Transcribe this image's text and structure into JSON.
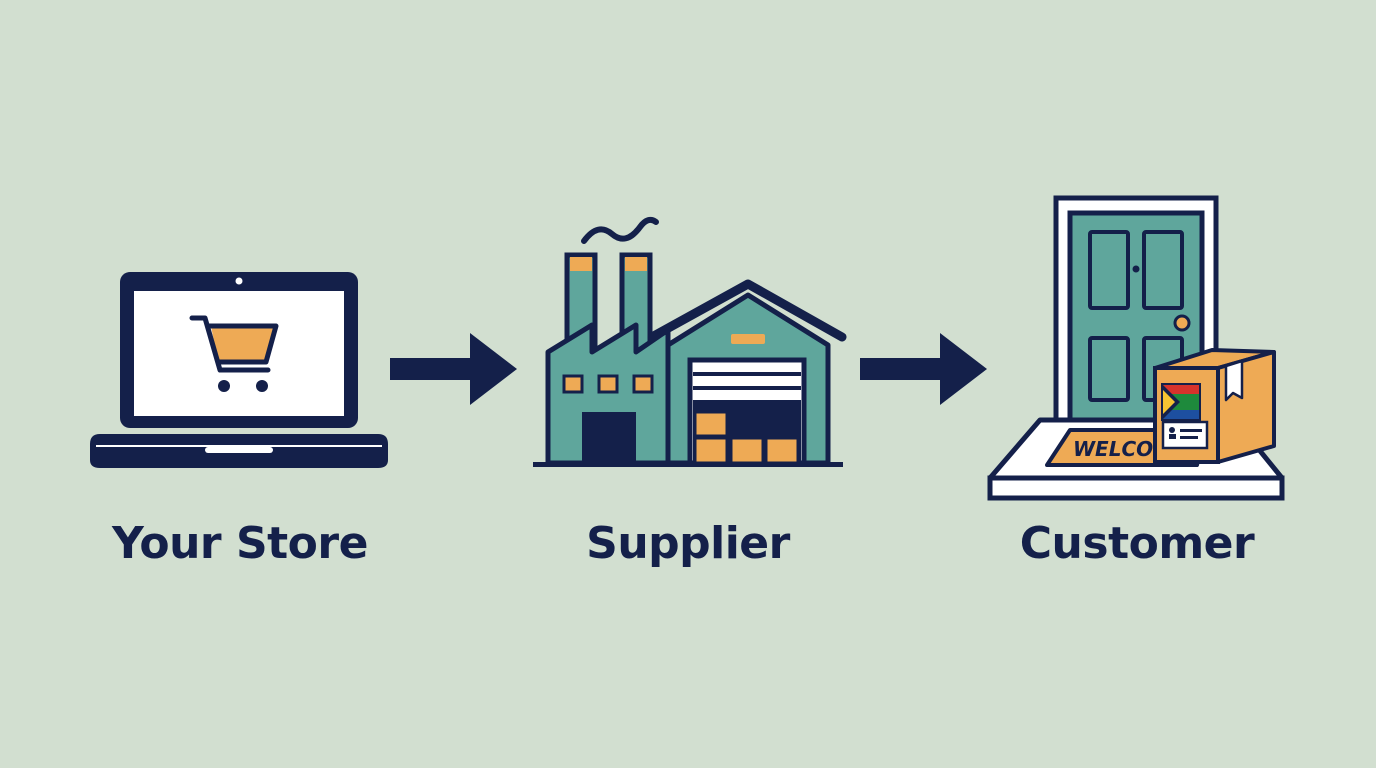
{
  "steps": [
    {
      "label": "Your Store",
      "icon": "laptop-cart-icon"
    },
    {
      "label": "Supplier",
      "icon": "factory-warehouse-icon"
    },
    {
      "label": "Customer",
      "icon": "door-package-icon"
    }
  ],
  "doormat_text": "WELCOME",
  "colors": {
    "background": "#d2dfd0",
    "navy": "#14204a",
    "teal": "#5fa69c",
    "orange": "#eeaa55",
    "white": "#ffffff"
  }
}
